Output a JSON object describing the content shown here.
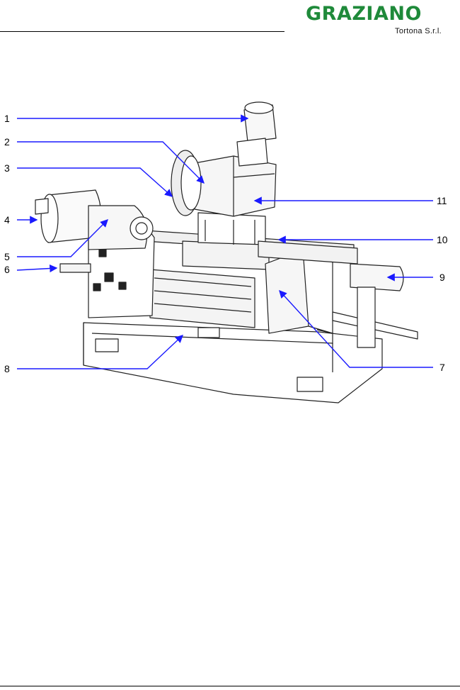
{
  "header": {
    "logo_name": "GRAZIANO",
    "logo_subtitle": "Tortona S.r.l."
  },
  "figure": {
    "callouts": [
      {
        "label": "1"
      },
      {
        "label": "2"
      },
      {
        "label": "3"
      },
      {
        "label": "4"
      },
      {
        "label": "5"
      },
      {
        "label": "6"
      },
      {
        "label": "7"
      },
      {
        "label": "8"
      },
      {
        "label": "9"
      },
      {
        "label": "10"
      },
      {
        "label": "11"
      }
    ]
  },
  "colors": {
    "brand": "#1f8a3a",
    "arrow": "#1a1aff",
    "line_art": "#222222"
  }
}
